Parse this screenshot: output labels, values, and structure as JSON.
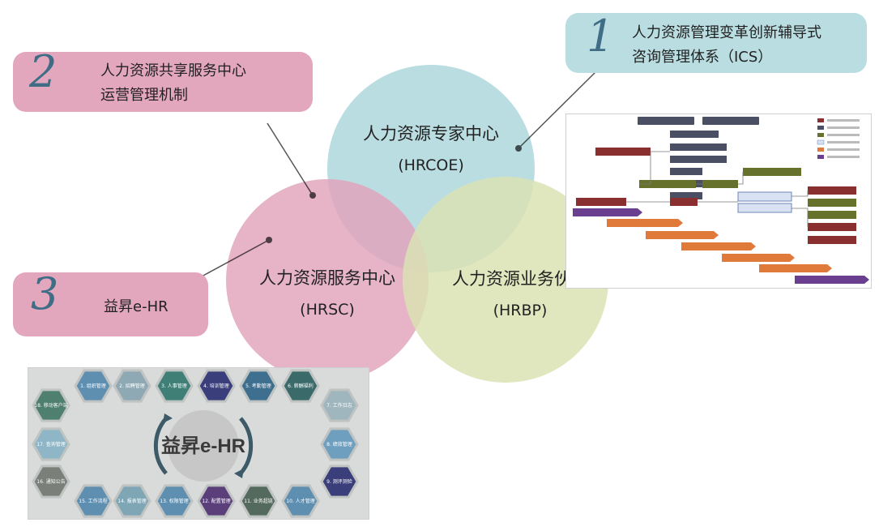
{
  "callouts": [
    {
      "num": "1",
      "text": "人力资源管理变革创新辅导式\n咨询管理体系（ICS）",
      "color": "#b9dde0"
    },
    {
      "num": "2",
      "text": "人力资源共享服务中心\n运营管理机制",
      "color": "#e2a6bd"
    },
    {
      "num": "3",
      "text": "益昇e-HR",
      "color": "#e2a6bd"
    }
  ],
  "circles": [
    {
      "name": "人力资源专家中心",
      "abbr": "(HRCOE)",
      "color": "#b3d9df"
    },
    {
      "name": "人力资源服务中心",
      "abbr": "(HRSC)",
      "color": "#e2a6bd"
    },
    {
      "name": "人力资源业务伙伴",
      "abbr": "(HRBP)",
      "color": "#dbe3b4"
    }
  ],
  "ehr_logo": "益昇e-HR",
  "modules": [
    "1. 组织管理",
    "2. 招聘管理",
    "3. 人事管理",
    "4. 培训管理",
    "5. 考勤管理",
    "6. 薪酬福利",
    "7. 工作日志",
    "8. 绩效管理",
    "9. 测评测验",
    "10. 人才管理",
    "11. 业务超链",
    "12. 配置管理",
    "13. 权限管理",
    "14. 报表管理",
    "15. 工作流程",
    "16. 通知公告",
    "17. 查询管理",
    "18. 移动客户端"
  ],
  "colors": {
    "accent_number": "#3f6d86",
    "flow_arrow": "#e07a3a",
    "flow_arrow_last": "#6a3f8f"
  }
}
